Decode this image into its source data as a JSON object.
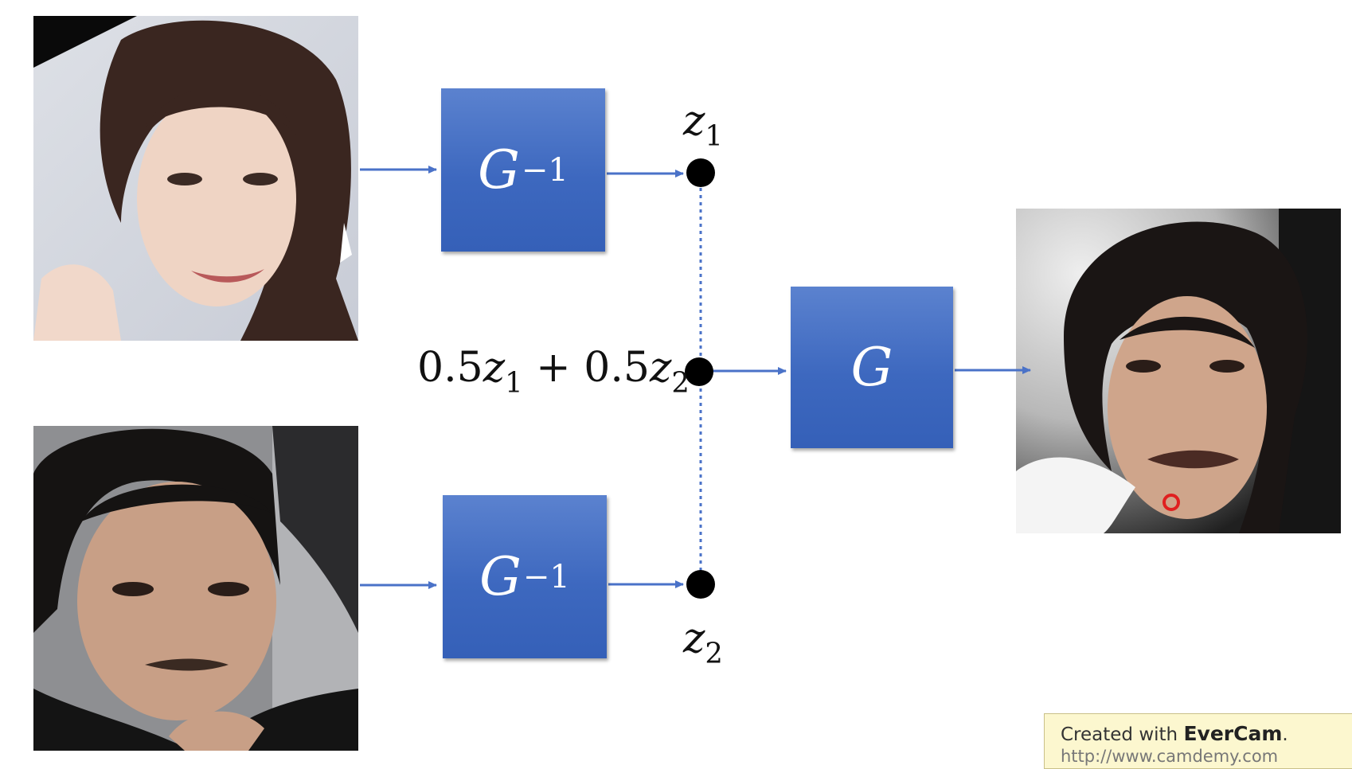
{
  "blocks": {
    "ginv_top": {
      "symbol": "G",
      "superscript": "−1"
    },
    "ginv_bottom": {
      "symbol": "G",
      "superscript": "−1"
    },
    "generator": {
      "symbol": "G"
    }
  },
  "labels": {
    "z1": {
      "var": "z",
      "sub": "1"
    },
    "z2": {
      "var": "z",
      "sub": "2"
    },
    "mix": {
      "coef1": "0.5",
      "var1": "z",
      "sub1": "1",
      "op": " + ",
      "coef2": "0.5",
      "var2": "z",
      "sub2": "2"
    }
  },
  "watermark": {
    "prefix": "Created with ",
    "brand": "EverCam",
    "suffix": ".",
    "url": "http://www.camdemy.com"
  },
  "colors": {
    "block": "#3f6bc2",
    "arrow": "#4a72c8",
    "node": "#000000",
    "dotted_line": "#4a72c8",
    "cursor_ring": "#e02020"
  }
}
